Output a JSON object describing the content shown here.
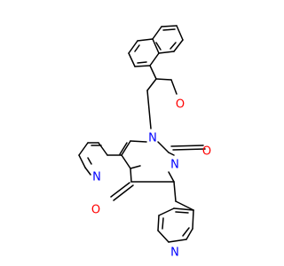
{
  "molecule": {
    "bond_color": "#000000",
    "atoms": [
      {
        "id": "O_ket",
        "element": "O",
        "label": "O",
        "color": "#ff0000"
      },
      {
        "id": "N1",
        "element": "N",
        "label": "N",
        "color": "#0000ff"
      },
      {
        "id": "O_c2",
        "element": "O",
        "label": "O",
        "color": "#ff0000"
      },
      {
        "id": "N3",
        "element": "N",
        "label": "N",
        "color": "#0000ff"
      },
      {
        "id": "N_pyr",
        "element": "N",
        "label": "N",
        "color": "#0000ff"
      },
      {
        "id": "O_c4",
        "element": "O",
        "label": "O",
        "color": "#ff0000"
      },
      {
        "id": "N_pyd",
        "element": "N",
        "label": "N",
        "color": "#0000ff"
      }
    ]
  }
}
